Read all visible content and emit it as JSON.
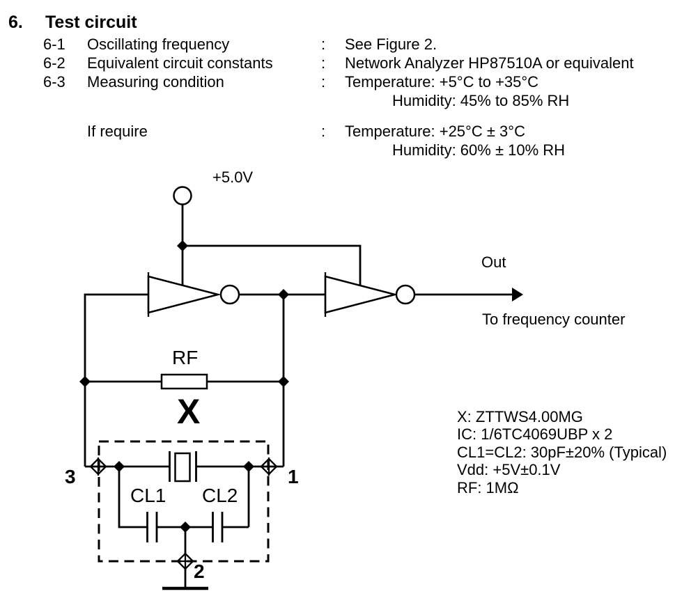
{
  "page": {
    "background": "#ffffff",
    "ink": "#000000"
  },
  "section": {
    "number": "6.",
    "title": "Test circuit",
    "rows": [
      {
        "num": "6-1",
        "label": "Oscillating frequency",
        "colon": ":",
        "value": "See Figure 2."
      },
      {
        "num": "6-2",
        "label": "Equivalent circuit constants",
        "colon": ":",
        "value": "Network Analyzer HP87510A or equivalent"
      },
      {
        "num": "6-3",
        "label": "Measuring condition",
        "colon": ":",
        "value": "Temperature: +5°C to +35°C"
      },
      {
        "num": "",
        "label": "",
        "colon": "",
        "value": "Humidity: 45% to 85% RH"
      },
      {
        "num": "",
        "label": "If require",
        "colon": ":",
        "value": "Temperature: +25°C ± 3°C"
      },
      {
        "num": "",
        "label": "",
        "colon": "",
        "value": "Humidity: 60% ± 10% RH"
      }
    ]
  },
  "circuit": {
    "labels": {
      "supply": "+5.0V",
      "out": "Out",
      "out_note": "To frequency counter",
      "feedback_resistor": "RF",
      "crystal": "X",
      "cl1": "CL1",
      "cl2": "CL2",
      "pin3": "3",
      "pin1": "1",
      "pin2": "2"
    }
  },
  "notes": {
    "crystal": "X: ZTTWS4.00MG",
    "ic": "IC: 1/6TC4069UBP x 2",
    "cl": "CL1=CL2: 30pF±20% (Typical)",
    "vdd": "Vdd: +5V±0.1V",
    "rf": "RF: 1MΩ"
  }
}
